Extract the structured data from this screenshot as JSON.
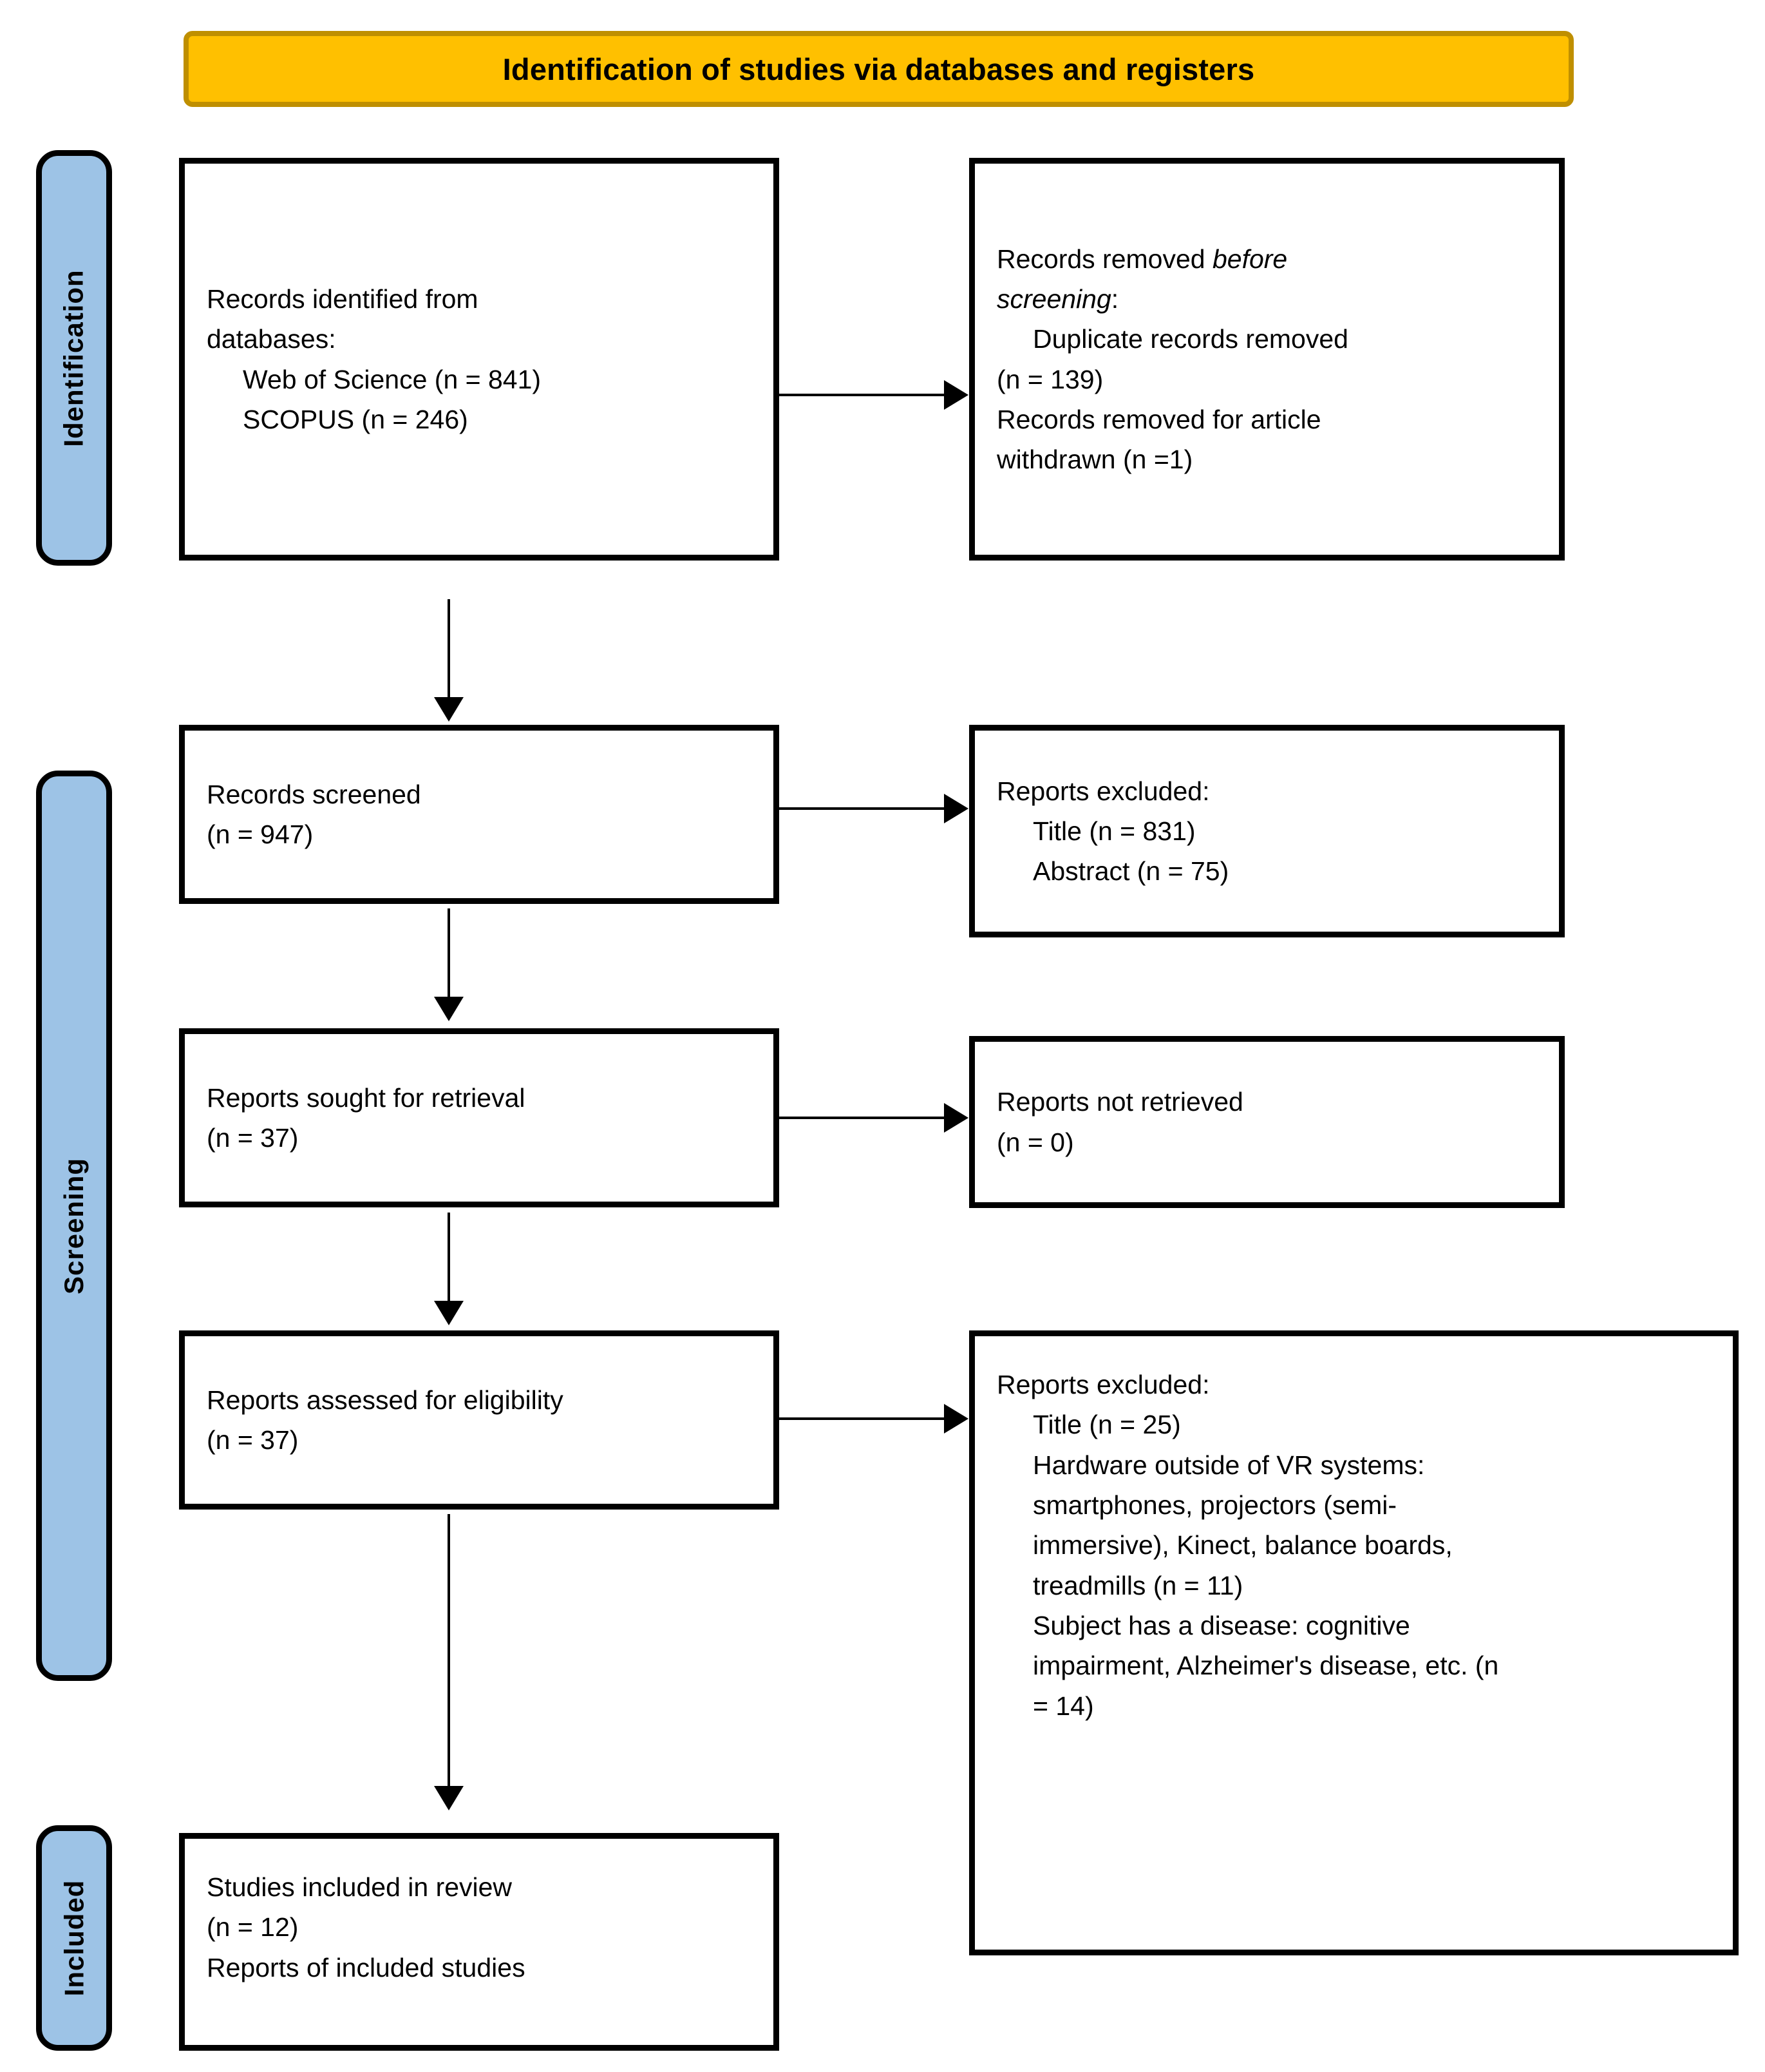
{
  "header": {
    "title": "Identification of studies via databases and registers"
  },
  "stages": [
    {
      "id": "identification",
      "label": "Identification"
    },
    {
      "id": "screening",
      "label": "Screening"
    },
    {
      "id": "included",
      "label": "Included"
    }
  ],
  "boxes": {
    "records_identified": {
      "lines": [
        "Records identified from",
        "databases:",
        "Web of Science (n = 841)",
        "SCOPUS (n = 246)"
      ]
    },
    "records_removed": {
      "lines": [
        "Records removed before",
        "screening:",
        "Duplicate records removed",
        "(n = 139)",
        "Records removed for article",
        "withdrawn (n =1)"
      ],
      "line1_plain": "Records removed ",
      "line1_italic": "before",
      "line2_italic": "screening",
      "line2_tail": ":"
    },
    "records_screened": {
      "lines": [
        "Records screened",
        "(n = 947)"
      ]
    },
    "reports_excluded_1": {
      "lines": [
        "Reports excluded:",
        "Title (n = 831)",
        "Abstract (n = 75)"
      ]
    },
    "reports_sought": {
      "lines": [
        "Reports sought for retrieval",
        "(n = 37)"
      ]
    },
    "reports_not_retrieved": {
      "lines": [
        "Reports not retrieved",
        "(n = 0)"
      ]
    },
    "reports_assessed": {
      "lines": [
        "Reports assessed for eligibility",
        "(n = 37)"
      ]
    },
    "reports_excluded_2": {
      "lines": [
        "Reports excluded:",
        "Title (n = 25)",
        "Hardware outside of VR systems:",
        "smartphones, projectors (semi-",
        "immersive), Kinect, balance boards,",
        "treadmills (n = 11)",
        "Subject has a disease: cognitive",
        "impairment, Alzheimer's disease, etc. (n",
        "= 14)"
      ]
    },
    "studies_included": {
      "lines": [
        "Studies included in review",
        "(n = 12)",
        "Reports of included studies"
      ]
    }
  },
  "colors": {
    "banner_fill": "#FFC000",
    "banner_border": "#BF8F00",
    "stage_fill": "#9DC3E6",
    "box_border": "#000000",
    "box_fill": "#FFFFFF",
    "text": "#000000"
  }
}
